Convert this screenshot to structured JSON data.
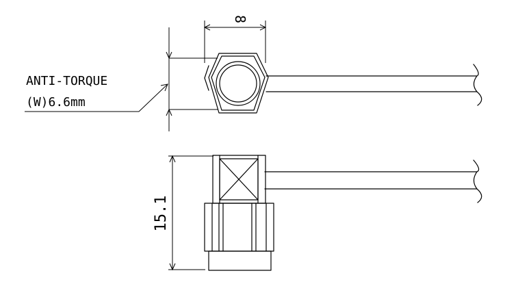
{
  "dimensions": {
    "width_label": "8",
    "height_label": "15.1"
  },
  "note": {
    "line1": "ANTI-TORQUE",
    "line2": "(W)6.6mm"
  }
}
